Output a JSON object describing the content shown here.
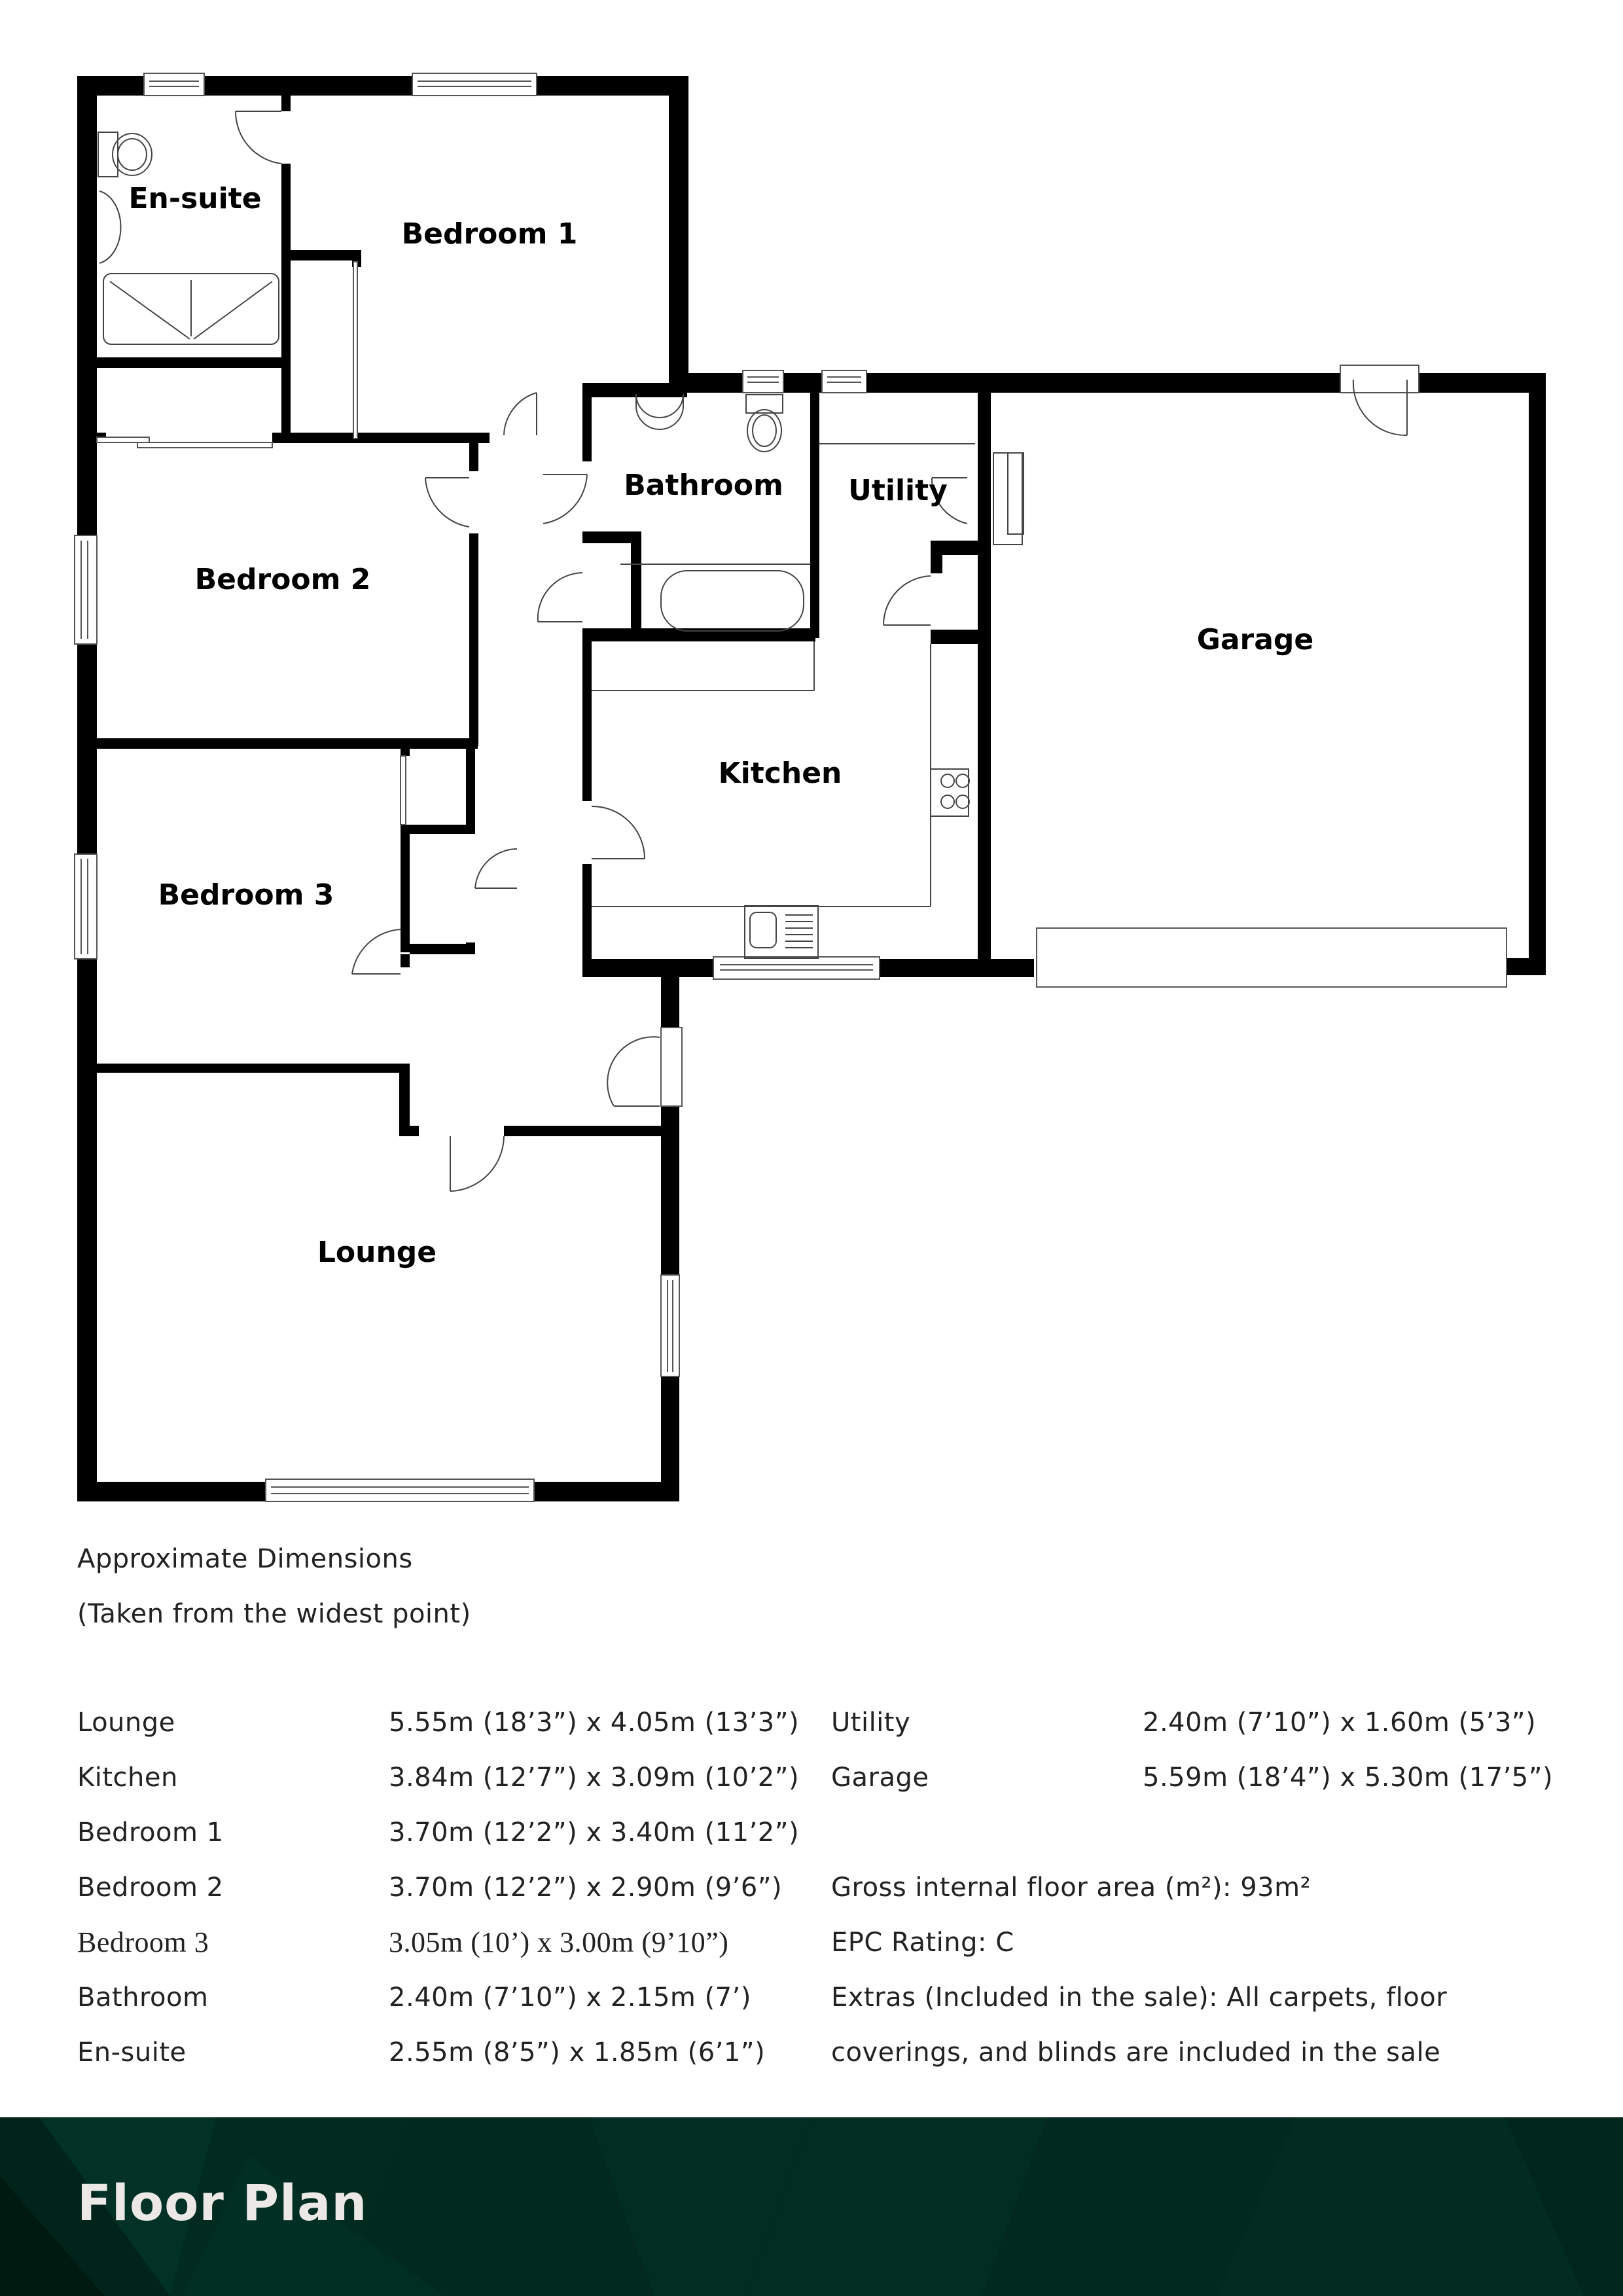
{
  "floor_plan": {
    "rooms": [
      {
        "id": "en-suite",
        "label": "En-suite"
      },
      {
        "id": "bedroom-1",
        "label": "Bedroom 1"
      },
      {
        "id": "bathroom",
        "label": "Bathroom"
      },
      {
        "id": "utility",
        "label": "Utility"
      },
      {
        "id": "bedroom-2",
        "label": "Bedroom 2"
      },
      {
        "id": "garage",
        "label": "Garage"
      },
      {
        "id": "kitchen",
        "label": "Kitchen"
      },
      {
        "id": "bedroom-3",
        "label": "Bedroom 3"
      },
      {
        "id": "lounge",
        "label": "Lounge"
      }
    ]
  },
  "dimensions": {
    "heading": "Approximate Dimensions",
    "subheading": "(Taken from the widest point)",
    "left_rows": [
      {
        "room": "Lounge",
        "size": "5.55m (18’3”) x 4.05m (13’3”)"
      },
      {
        "room": "Kitchen",
        "size": "3.84m (12’7”) x 3.09m (10’2”)"
      },
      {
        "room": "Bedroom 1",
        "size": "3.70m (12’2”) x 3.40m (11’2”)"
      },
      {
        "room": "Bedroom 2",
        "size": "3.70m (12’2”) x 2.90m (9’6”)"
      },
      {
        "room": "Bedroom 3",
        "size": "3.05m (10’) x 3.00m (9’10”)"
      },
      {
        "room": "Bathroom",
        "size": "2.40m (7’10”) x 2.15m (7’)"
      },
      {
        "room": "En-suite",
        "size": "2.55m (8’5”) x 1.85m (6’1”)"
      }
    ],
    "right_rows": [
      {
        "room": "Utility",
        "size": "2.40m (7’10”) x 1.60m (5’3”)"
      },
      {
        "room": "Garage",
        "size": "5.59m (18’4”) x 5.30m (17’5”)"
      }
    ],
    "gross_area": "Gross internal floor area (m²): 93m²",
    "epc": "EPC Rating: C",
    "extras_line1": "Extras (Included in the sale): All carpets, floor",
    "extras_line2": "coverings, and blinds are included in the sale"
  },
  "footer": {
    "title": "Floor Plan",
    "background_color": "#012a1f",
    "text_color": "#ece8e6"
  }
}
